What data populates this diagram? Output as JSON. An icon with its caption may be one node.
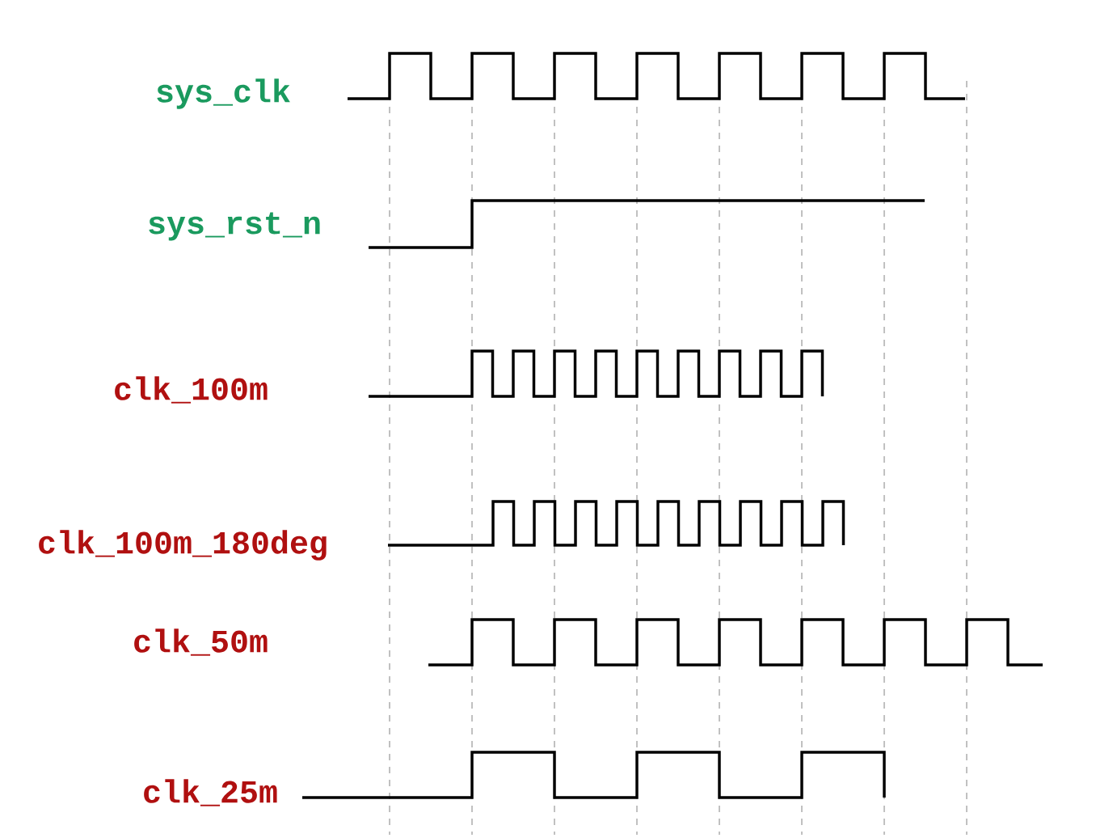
{
  "diagram": {
    "labels": [
      "sys_clk",
      "sys_rst_n",
      "clk_100m",
      "clk_100m_180deg",
      "clk_50m",
      "clk_25m"
    ]
  }
}
